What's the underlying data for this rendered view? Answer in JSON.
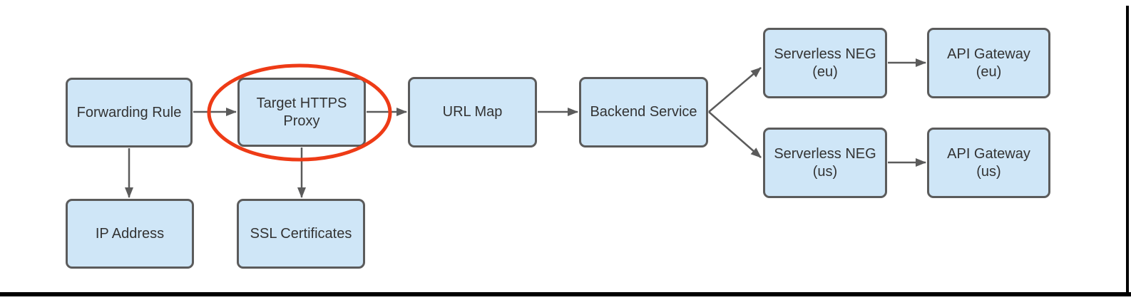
{
  "diagram": {
    "nodes": [
      {
        "id": "forwarding-rule",
        "label": "Forwarding Rule"
      },
      {
        "id": "target-https-proxy",
        "label": "Target HTTPS\nProxy"
      },
      {
        "id": "url-map",
        "label": "URL Map"
      },
      {
        "id": "backend-service",
        "label": "Backend Service"
      },
      {
        "id": "serverless-neg-eu",
        "label": "Serverless NEG\n(eu)"
      },
      {
        "id": "api-gateway-eu",
        "label": "API Gateway\n(eu)"
      },
      {
        "id": "serverless-neg-us",
        "label": "Serverless NEG\n(us)"
      },
      {
        "id": "api-gateway-us",
        "label": "API Gateway\n(us)"
      },
      {
        "id": "ip-address",
        "label": "IP Address"
      },
      {
        "id": "ssl-certificates",
        "label": "SSL Certificates"
      }
    ],
    "edges": [
      {
        "from": "forwarding-rule",
        "to": "target-https-proxy"
      },
      {
        "from": "target-https-proxy",
        "to": "url-map"
      },
      {
        "from": "url-map",
        "to": "backend-service"
      },
      {
        "from": "backend-service",
        "to": "serverless-neg-eu"
      },
      {
        "from": "backend-service",
        "to": "serverless-neg-us"
      },
      {
        "from": "serverless-neg-eu",
        "to": "api-gateway-eu"
      },
      {
        "from": "serverless-neg-us",
        "to": "api-gateway-us"
      },
      {
        "from": "forwarding-rule",
        "to": "ip-address"
      },
      {
        "from": "target-https-proxy",
        "to": "ssl-certificates"
      }
    ],
    "highlight": {
      "shape": "ellipse",
      "around": "target-https-proxy"
    },
    "colors": {
      "node_fill": "#cfe6f7",
      "node_border": "#5b5b5b",
      "node_text": "#333333",
      "arrow": "#5b5b5b",
      "highlight": "#ee3b16",
      "frame": "#000000",
      "background": "#ffffff"
    }
  }
}
